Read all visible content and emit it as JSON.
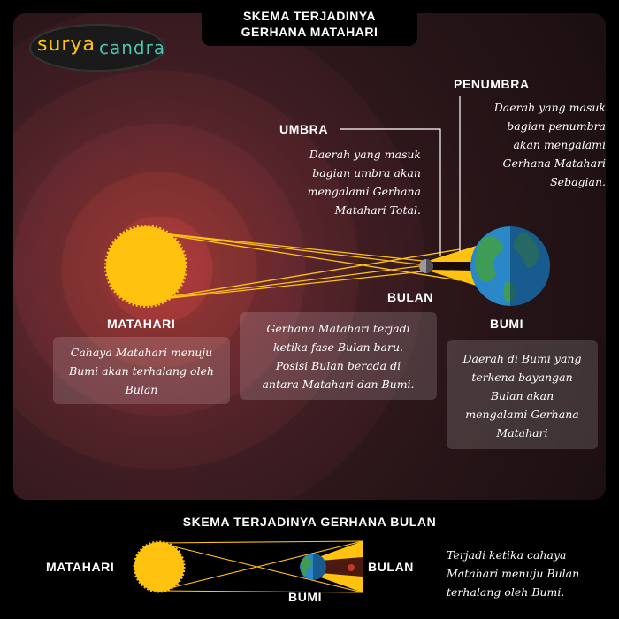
{
  "header": {
    "title_line1": "SKEMA TERJADINYA",
    "title_line2": "GERHANA MATAHARI"
  },
  "logo": {
    "text_left": "surya",
    "text_right": "candra"
  },
  "solar": {
    "sun_label": "MATAHARI",
    "moon_label": "BULAN",
    "earth_label": "BUMI",
    "umbra_label": "UMBRA",
    "penumbra_label": "PENUMBRA",
    "umbra_desc": [
      "Daerah yang masuk",
      "bagian umbra akan",
      "mengalami Gerhana",
      "Matahari Total."
    ],
    "penumbra_desc": [
      "Daerah yang masuk",
      "bagian penumbra",
      "akan mengalami",
      "Gerhana Matahari",
      "Sebagian."
    ],
    "sun_desc": [
      "Cahaya Matahari menuju",
      "Bumi akan terhalang oleh",
      "Bulan"
    ],
    "middle_desc": [
      "Gerhana Matahari terjadi",
      "ketika fase Bulan baru.",
      "Posisi Bulan berada di",
      "antara Matahari dan Bumi."
    ],
    "earth_desc": [
      "Daerah di Bumi yang",
      "terkena bayangan",
      "Bulan akan",
      "mengalami Gerhana",
      "Matahari"
    ]
  },
  "lunar": {
    "title": "SKEMA TERJADINYA GERHANA BULAN",
    "sun_label": "MATAHARI",
    "earth_label": "BUMI",
    "moon_label": "BULAN",
    "desc": [
      "Terjadi ketika cahaya",
      "Matahari menuju Bulan",
      "terhalang oleh Bumi."
    ]
  },
  "colors": {
    "sun": "#ffc20e",
    "earth_ocean": "#1f6fa8",
    "earth_land": "#3d9a55",
    "umbra_line": "#ffffff"
  }
}
